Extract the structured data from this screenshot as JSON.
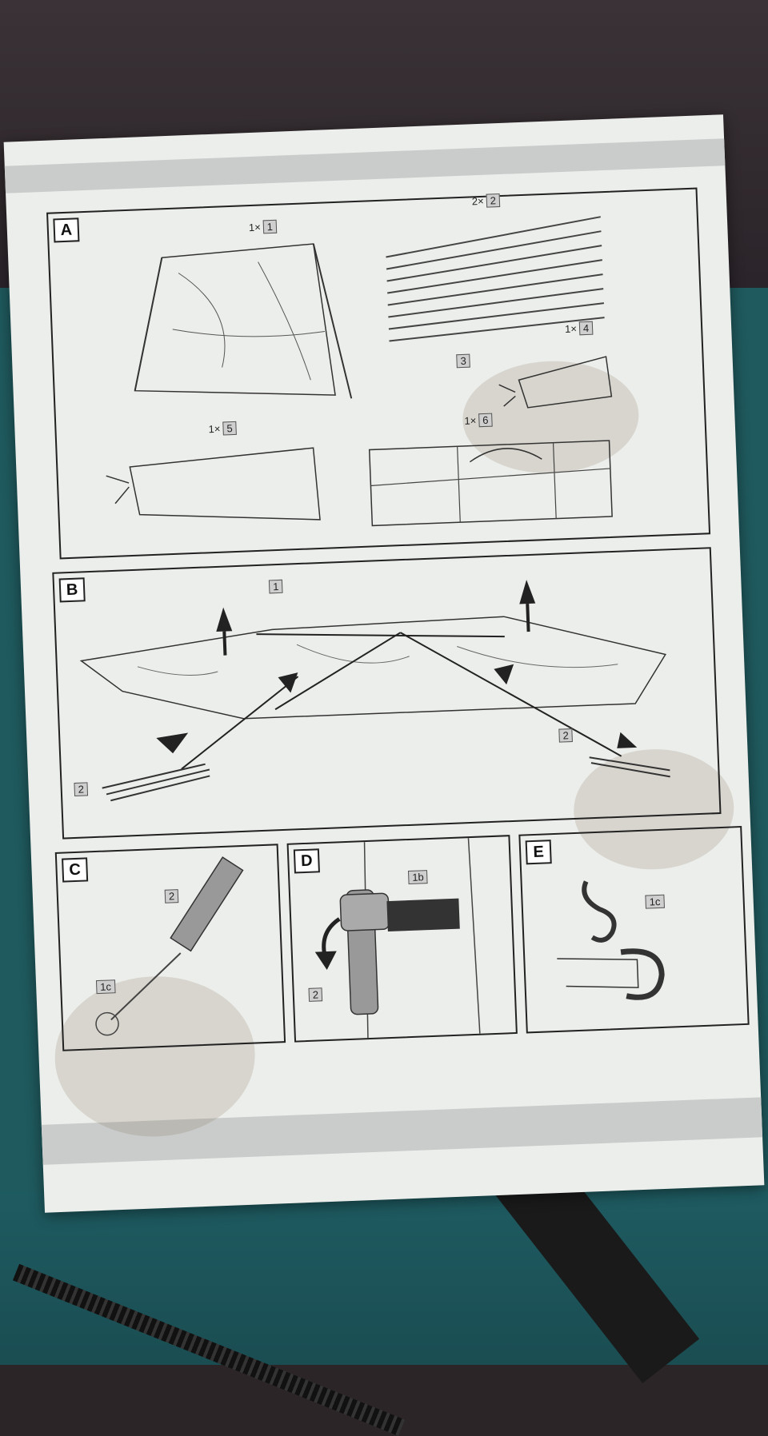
{
  "panels": {
    "a": {
      "letter": "A"
    },
    "b": {
      "letter": "B"
    },
    "c": {
      "letter": "C"
    },
    "d": {
      "letter": "D"
    },
    "e": {
      "letter": "E"
    }
  },
  "parts": {
    "tent_qty": "1×",
    "tent_num": "1",
    "poles_qty": "2×",
    "poles_num": "2",
    "pegs_num": "3",
    "pegbag_qty": "1×",
    "pegbag_num": "4",
    "polebag_qty": "1×",
    "polebag_num": "5",
    "carrybag_qty": "1×",
    "carrybag_num": "6"
  },
  "callouts": {
    "b_tent": "1",
    "b_pole_left": "2",
    "b_pole_right": "2",
    "c_pole": "2",
    "c_ring": "1c",
    "d_strap": "1b",
    "d_pole": "2",
    "e_hook": "1c"
  }
}
